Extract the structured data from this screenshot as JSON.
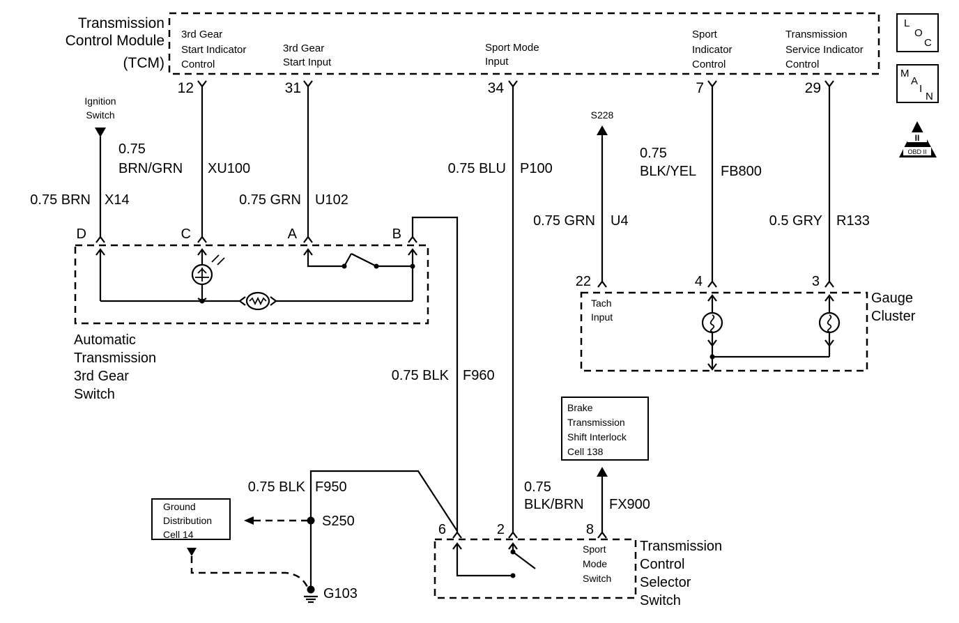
{
  "tcm": {
    "title_line1": "Transmission",
    "title_line2": "Control Module",
    "title_line3": "(TCM)",
    "pins": [
      {
        "number": "12",
        "label_lines": [
          "3rd Gear",
          "Start Indicator",
          "Control"
        ]
      },
      {
        "number": "31",
        "label_lines": [
          "3rd Gear",
          "Start Input"
        ]
      },
      {
        "number": "34",
        "label_lines": [
          "Sport Mode",
          "Input"
        ]
      },
      {
        "number": "7",
        "label_lines": [
          "Sport",
          "Indicator",
          "Control"
        ]
      },
      {
        "number": "29",
        "label_lines": [
          "Transmission",
          "Service Indicator",
          "Control"
        ]
      }
    ]
  },
  "icons": {
    "loc": {
      "l": "L",
      "o": "O",
      "c": "C"
    },
    "main": {
      "m": "M",
      "a": "A",
      "i": "I",
      "n": "N"
    },
    "obd": {
      "top": "II",
      "bottom": "OBD II"
    }
  },
  "ignition": {
    "line1": "Ignition",
    "line2": "Switch"
  },
  "splice_s228": "S228",
  "wires": {
    "x14": {
      "gauge": "0.75 BRN",
      "circuit": "X14"
    },
    "xu100": {
      "gauge_line1": "0.75",
      "gauge_line2": "BRN/GRN",
      "circuit": "XU100"
    },
    "u102": {
      "gauge": "0.75 GRN",
      "circuit": "U102"
    },
    "p100": {
      "gauge": "0.75 BLU",
      "circuit": "P100"
    },
    "u4": {
      "gauge": "0.75 GRN",
      "circuit": "U4"
    },
    "fb800": {
      "gauge_line1": "0.75",
      "gauge_line2": "BLK/YEL",
      "circuit": "FB800"
    },
    "r133": {
      "gauge": "0.5 GRY",
      "circuit": "R133"
    },
    "f960": {
      "gauge": "0.75 BLK",
      "circuit": "F960"
    },
    "f950": {
      "gauge": "0.75 BLK",
      "circuit": "F950"
    },
    "fx900": {
      "gauge_line1": "0.75",
      "gauge_line2": "BLK/BRN",
      "circuit": "FX900"
    }
  },
  "third_gear_switch": {
    "connectors": [
      "D",
      "C",
      "A",
      "B"
    ],
    "name_lines": [
      "Automatic",
      "Transmission",
      "3rd Gear",
      "Switch"
    ]
  },
  "gauge_cluster": {
    "pins": [
      "22",
      "4",
      "3"
    ],
    "tach_input_line1": "Tach",
    "tach_input_line2": "Input",
    "name_line1": "Gauge",
    "name_line2": "Cluster"
  },
  "brake_box": {
    "lines": [
      "Brake",
      "Transmission",
      "Shift Interlock",
      "Cell 138"
    ]
  },
  "ground_box": {
    "lines": [
      "Ground",
      "Distribution",
      "Cell 14"
    ]
  },
  "splice_s250": "S250",
  "ground_g103": "G103",
  "selector_switch": {
    "pins": [
      "6",
      "2",
      "8"
    ],
    "sport_mode_lines": [
      "Sport",
      "Mode",
      "Switch"
    ],
    "name_lines": [
      "Transmission",
      "Control",
      "Selector",
      "Switch"
    ]
  }
}
